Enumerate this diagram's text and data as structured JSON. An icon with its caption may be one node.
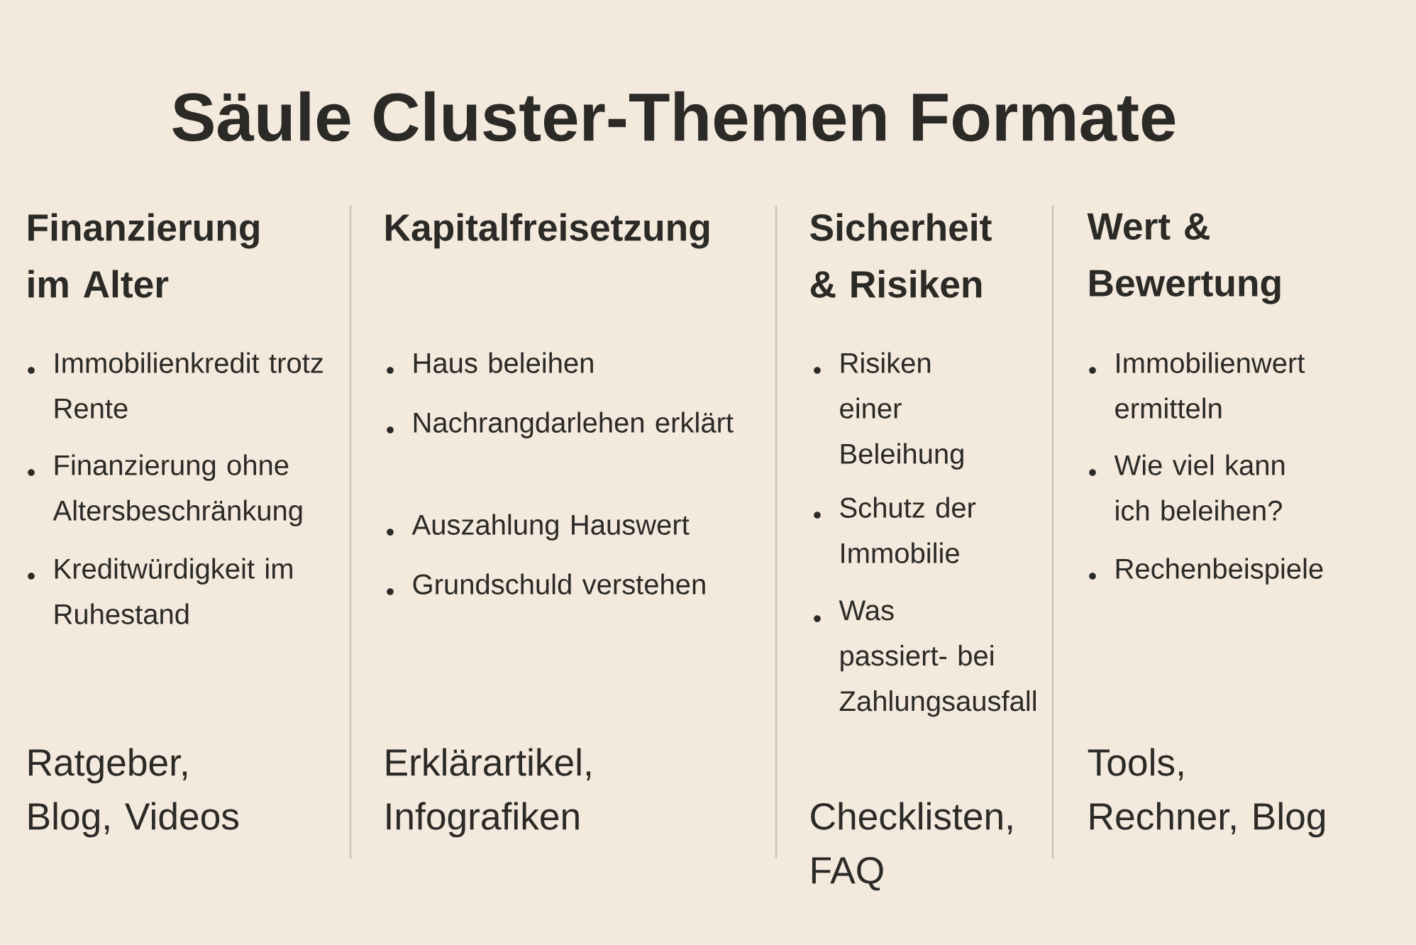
{
  "diagram": {
    "title": "Säule Cluster-Themen Formate",
    "labels": [
      "Finanzierung im Alter",
      "Immobilienkredit trotz Rente",
      "Finanzierung ohne Altersbeschränkung",
      "Kreditwürdigkeit im Ruhestand",
      "Ratgeber, Blog, Videos",
      "Kapitalfreisetzung",
      "Haus beleihen",
      "Nachrangdarlehen erklärt",
      "Auszahlung Hauswert",
      "Grundschuld verstehen",
      "Erklärartikel, Infografiken",
      "Sicherheit & Risiken",
      "Risiken einer Beleihung",
      "Schutz der Immobilie",
      "Was passiert- bei Zahlungsausfall",
      "Checklisten, FAQ",
      "Wert & Bewertung",
      "Immobilienwert ermitteln",
      "Wie viel kann ich beleihen?",
      "Rechenbeispiele",
      "Tools, Rechner, Blog"
    ]
  }
}
